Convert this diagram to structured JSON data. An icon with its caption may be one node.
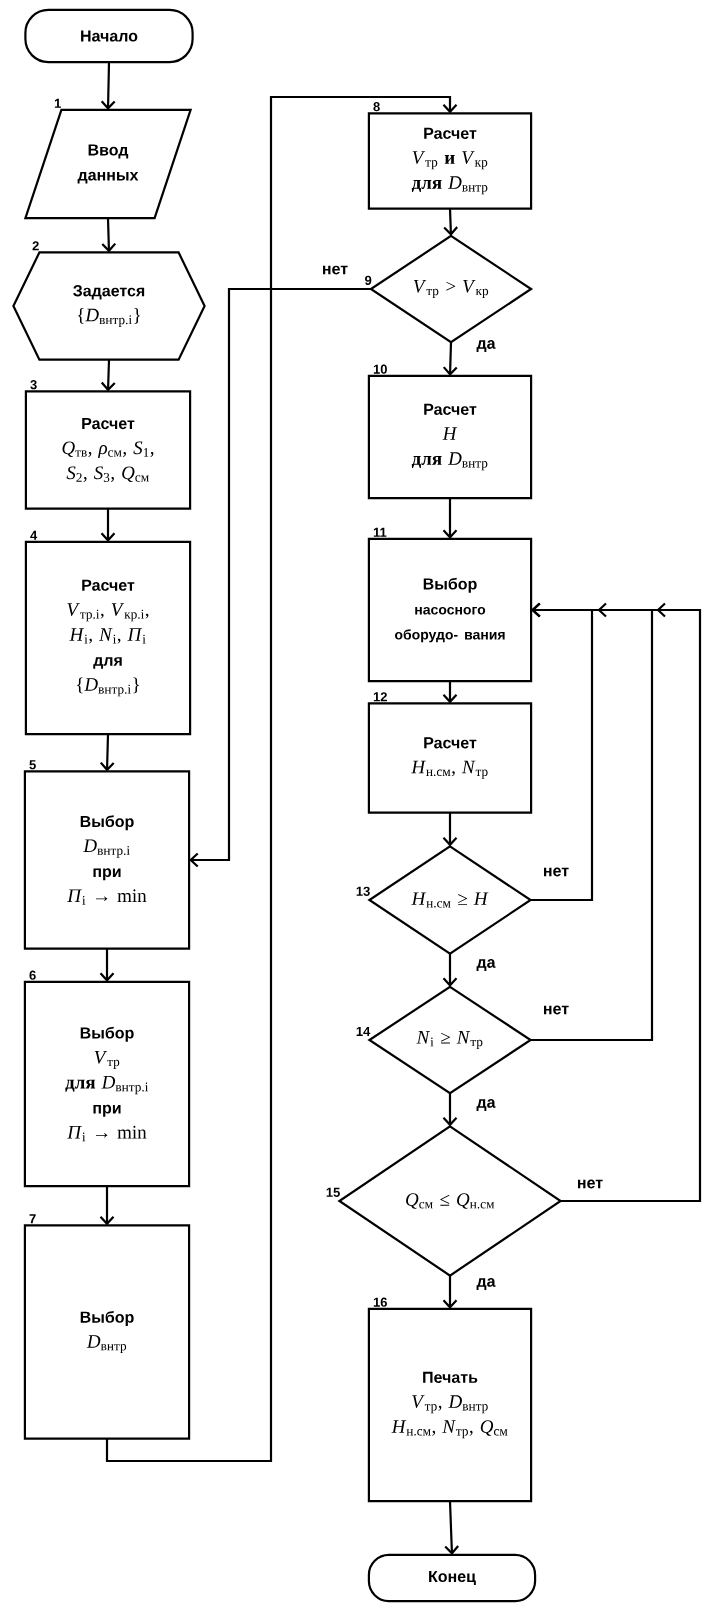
{
  "diagram": {
    "nodes": [
      {
        "text": [
          "Начало"
        ]
      },
      {
        "text": [
          "Ввод данных"
        ],
        "beside": [
          "1"
        ]
      },
      {
        "text": [
          "Задается",
          "{*D*$_{внтр.i}$}"
        ],
        "beside": [
          "2"
        ]
      },
      {
        "text": [
          "Расчет",
          "*Q*$_{тв}$, *ρ*$_{см}$, *S*$_{1}$, *S*$_{2}$, *S*$_{3}$, *Q*$_{см}$"
        ],
        "beside": [
          "3"
        ]
      },
      {
        "text": [
          "Расчет",
          "*V*$_{тр.i}$, *V*$_{кр.i}$, *H*$_{i}$, *N*$_{i}$, *Π*$_{i}$",
          "для",
          "{*D*$_{внтр.i}$}"
        ],
        "beside": [
          "4"
        ]
      },
      {
        "text": [
          "Выбор",
          "*D*$_{внтр.i}$",
          "при",
          "*Π*$_{i}$ → min"
        ],
        "beside": [
          "5"
        ]
      },
      {
        "text": [
          "Выбор",
          "*V*$_{тр}$",
          "**для** *D*$_{внтр.i}$",
          "при",
          "*Π*$_{i}$ → min"
        ],
        "beside": [
          "6"
        ]
      },
      {
        "text": [
          "Выбор",
          "*D*$_{внтр}$"
        ],
        "beside": [
          "7"
        ]
      },
      {
        "text": [
          "Расчет",
          "*V*$_{тр}$ **и** *V*$_{кр}$",
          "**для** *D*$_{внтр}$"
        ],
        "beside": [
          "8"
        ]
      },
      {
        "text": [
          "*V*$_{тр}$ > *V*$_{кр}$"
        ],
        "beside": [
          "9"
        ]
      },
      {
        "text": [
          "Расчет",
          "*H*",
          "**для** *D*$_{внтр}$"
        ],
        "beside": [
          "10"
        ]
      },
      {
        "text": [
          "Выбор",
          "насосного оборудо- вания"
        ],
        "beside": [
          "11"
        ]
      },
      {
        "text": [
          "Расчет",
          "*H*$_{н.см}$, *N*$_{тр}$"
        ],
        "beside": [
          "12"
        ]
      },
      {
        "text": [
          "*H*$_{н.см}$ ≥ *H*"
        ],
        "beside": [
          "13"
        ]
      },
      {
        "text": [
          "*N*$_{i}$ ≥ *N*$_{тр}$"
        ],
        "beside": [
          "14"
        ]
      },
      {
        "text": [
          "*Q*$_{см}$ ≤ *Q*$_{н.см}$"
        ],
        "beside": [
          "15"
        ]
      },
      {
        "text": [
          "Печать",
          "*V*$_{тр}$, *D*$_{внтр}$ *H*$_{н.см}$, *N*$_{тр}$, *Q*$_{см}$"
        ],
        "beside": [
          "16"
        ]
      },
      {
        "text": [
          "Конец"
        ]
      }
    ],
    "edges": [
      {
        "from": 0,
        "to": 1,
        "arrow": "to"
      },
      {
        "from": 1,
        "to": 2,
        "arrow": "to"
      },
      {
        "from": 2,
        "to": 3,
        "arrow": "to"
      },
      {
        "from": 3,
        "to": 4,
        "arrow": "to"
      },
      {
        "from": 4,
        "to": 5,
        "arrow": "to"
      },
      {
        "from": 5,
        "to": 6,
        "arrow": "to"
      },
      {
        "from": 6,
        "to": 7,
        "arrow": "to"
      },
      {
        "from": 7,
        "to": 8,
        "arrow": "to"
      },
      {
        "from": 8,
        "to": 9,
        "arrow": "to"
      },
      {
        "from": 9,
        "to": 5,
        "label": "нет",
        "arrow": "to"
      },
      {
        "from": 9,
        "to": 10,
        "label": "да",
        "arrow": "to"
      },
      {
        "from": 10,
        "to": 11,
        "arrow": "to"
      },
      {
        "from": 11,
        "to": 12,
        "arrow": "to"
      },
      {
        "from": 12,
        "to": 13,
        "arrow": "to"
      },
      {
        "from": 13,
        "to": 11,
        "label": "нет",
        "arrow": "to"
      },
      {
        "from": 13,
        "to": 14,
        "label": "да",
        "arrow": "to"
      },
      {
        "from": 14,
        "to": 11,
        "label": "нет",
        "arrow": "to"
      },
      {
        "from": 14,
        "to": 15,
        "label": "да",
        "arrow": "to"
      },
      {
        "from": 15,
        "to": 16,
        "label": "да",
        "arrow": "to"
      },
      {
        "from": 15,
        "to": 11,
        "label": "нет",
        "arrow": "to"
      },
      {
        "from": 16,
        "to": 17,
        "arrow": "to"
      }
    ]
  }
}
